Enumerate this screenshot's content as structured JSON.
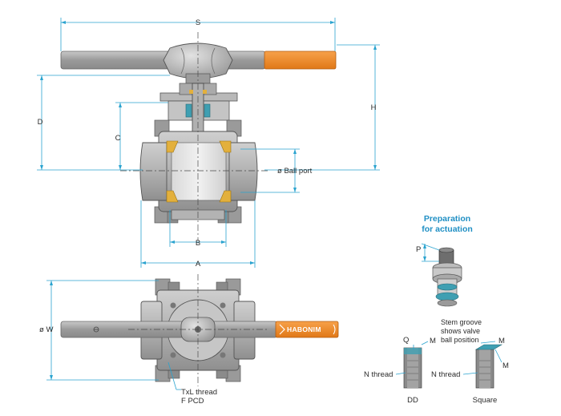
{
  "diagram": {
    "labels": {
      "S": "S",
      "H": "H",
      "D": "D",
      "C": "C",
      "B": "B",
      "A": "A",
      "ball_port": "ø Ball port",
      "W": "ø W",
      "thread_1": "TxL thread",
      "thread_2": "F PCD",
      "P": "P",
      "Q": "Q",
      "M1": "M",
      "M2": "M",
      "M3": "M",
      "n_thread_dd": "N thread",
      "n_thread_sq": "N thread",
      "dd": "DD",
      "square": "Square",
      "stem_groove_1": "Stem groove",
      "stem_groove_2": "shows valve",
      "stem_groove_3": "ball position"
    },
    "prep_title_1": "Preparation",
    "prep_title_2": "for actuation",
    "logo_text": "HABONIM",
    "colors": {
      "handle_orange": "#f08a24",
      "dimension_blue": "#2aa3cf",
      "title_blue": "#1f8fc4",
      "body_grey": "#a7a7a7",
      "seat_yellow": "#e3b03c",
      "stem_seal_teal": "#3f9fb2"
    }
  }
}
